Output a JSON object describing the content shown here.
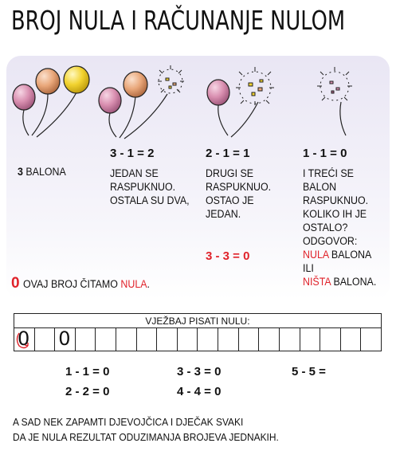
{
  "title": "BROJ NULA I RAČUNANJE NULOM",
  "col1": {
    "num": "3",
    "text": "BALONA"
  },
  "col2": {
    "eq": "3 - 1 = 2",
    "text": "JEDAN SE\nRASPUKNUO.\nOSTALA SU DVA,"
  },
  "col3": {
    "eq": "2 - 1 = 1",
    "text": "DRUGI SE\nRASPUKNUO.\nOSTAO JE\nJEDAN.",
    "eq2": "3 - 3 = 0"
  },
  "col4": {
    "eq": "1 - 1 = 0",
    "text": "I TREĆI SE BALON\nRASPUKNUO.\nKOLIKO IH JE\nOSTALO?",
    "answer_label": "ODGOVOR:",
    "nula": "NULA",
    "balona1": "BALONA",
    "ili": "ILI",
    "nista": "NIŠTA",
    "balona2": "BALONA."
  },
  "zero_line": {
    "digit": "0",
    "text1": "OVAJ BROJ ČITAMO",
    "nula": "NULA",
    "dot": "."
  },
  "practice": {
    "label": "VJEŽBAJ PISATI NULU:",
    "zero1": "0",
    "zero2": "0"
  },
  "exercises": [
    "1 - 1 = 0",
    "3 - 3 = 0",
    "5 - 5 =",
    "2 - 2 = 0",
    "4 - 4 = 0"
  ],
  "bottom": {
    "line1": "A SAD NEK ZAPAMTI DJEVOJČICA I DJEČAK SVAKI",
    "line2": "DA JE NULA REZULTAT ODUZIMANJA BROJEVA JEDNAKIH."
  },
  "colors": {
    "red": "#e0222a",
    "pink": "#d98fb0",
    "orange": "#e9a77a",
    "yellow": "#f2d330"
  }
}
